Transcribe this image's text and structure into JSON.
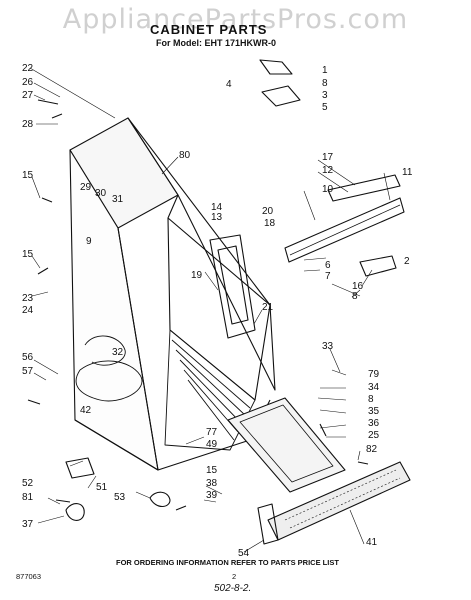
{
  "watermark": "AppliancePartsPros.com",
  "header": {
    "title": "CABINET PARTS",
    "model": "For Model: EHT 171HKWR-0"
  },
  "footer": {
    "note": "FOR ORDERING INFORMATION REFER TO PARTS PRICE LIST",
    "doc_number": "877063",
    "page_number": "2",
    "handwritten": "502-8-2."
  },
  "callouts": [
    "1",
    "8",
    "3",
    "5",
    "4",
    "22",
    "26",
    "27",
    "28",
    "80",
    "17",
    "12",
    "11",
    "10",
    "15",
    "29",
    "30",
    "31",
    "14",
    "13",
    "20",
    "18",
    "9",
    "2",
    "6",
    "7",
    "16",
    "8",
    "15",
    "23",
    "24",
    "19",
    "21",
    "33",
    "79",
    "34",
    "8",
    "35",
    "36",
    "25",
    "56",
    "57",
    "32",
    "42",
    "77",
    "49",
    "82",
    "52",
    "51",
    "81",
    "53",
    "15",
    "38",
    "39",
    "37",
    "54",
    "41"
  ]
}
